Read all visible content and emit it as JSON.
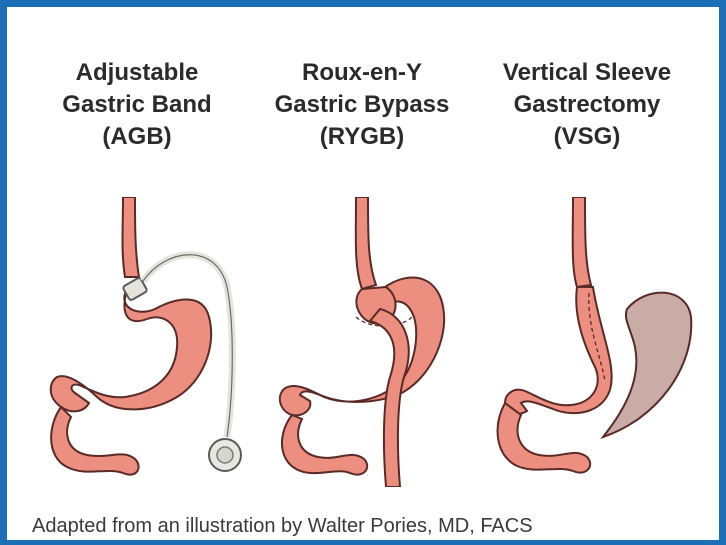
{
  "procedures": [
    {
      "key": "agb",
      "lines": [
        "Adjustable",
        "Gastric Band",
        "(AGB)"
      ]
    },
    {
      "key": "rygb",
      "lines": [
        "Roux-en-Y",
        "Gastric Bypass",
        "(RYGB)"
      ]
    },
    {
      "key": "vsg",
      "lines": [
        "Vertical Sleeve",
        "Gastrectomy",
        "(VSG)"
      ]
    }
  ],
  "caption": "Adapted from an illustration by Walter Pories, MD, FACS",
  "colors": {
    "frame": "#1a6fb7",
    "stomach": "#ec8f80",
    "stomach_outline": "#5a2a26",
    "removed_stomach": "#c9aca6",
    "band": "#e4e4dc"
  }
}
